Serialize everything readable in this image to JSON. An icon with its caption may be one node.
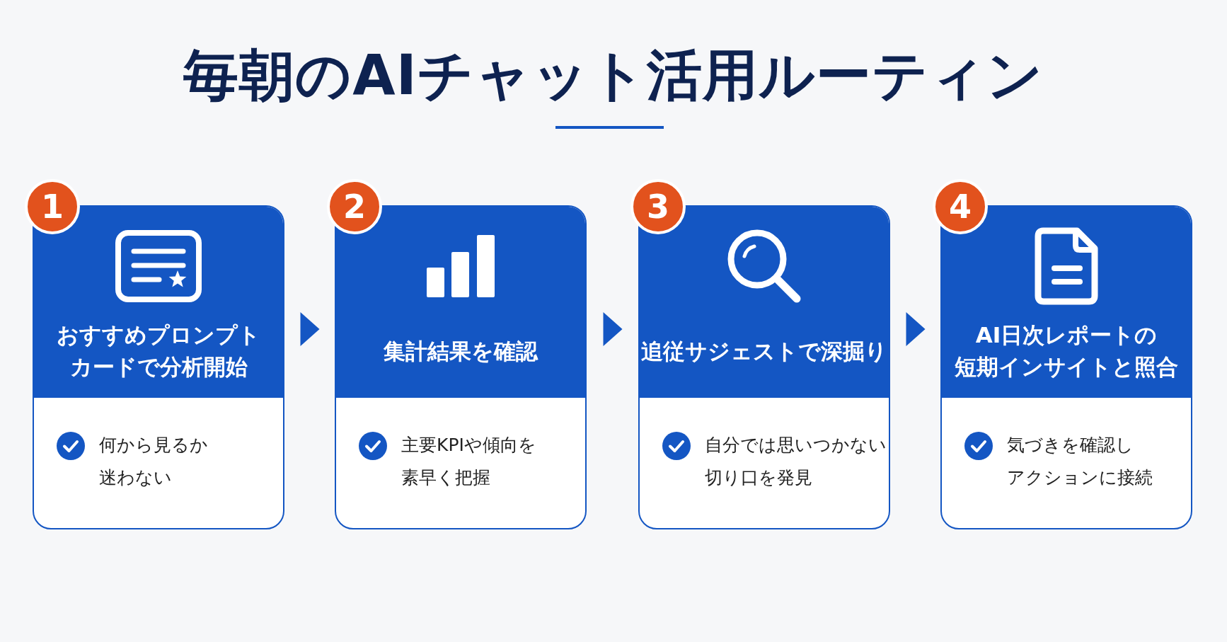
{
  "diagram": {
    "title": "毎朝のAIチャット活用ルーティン",
    "nodes": [
      {
        "text": [
          "1",
          "おすすめプロンプトカードで分析開始",
          "何から見るか迷わない"
        ]
      },
      {
        "text": [
          "2",
          "集計結果を確認",
          "主要KPIや傾向を素早く把握"
        ]
      },
      {
        "text": [
          "3",
          "追従サジェストで深掘り",
          "自分では思いつかない切り口を発見"
        ]
      },
      {
        "text": [
          "4",
          "AI日次レポートの短期インサイトと照合",
          "気づきを確認しアクションに接続"
        ]
      }
    ],
    "edges": [
      {
        "from": 0,
        "to": 1,
        "arrow": "to"
      },
      {
        "from": 1,
        "to": 2,
        "arrow": "to"
      },
      {
        "from": 2,
        "to": 3,
        "arrow": "to"
      }
    ]
  }
}
